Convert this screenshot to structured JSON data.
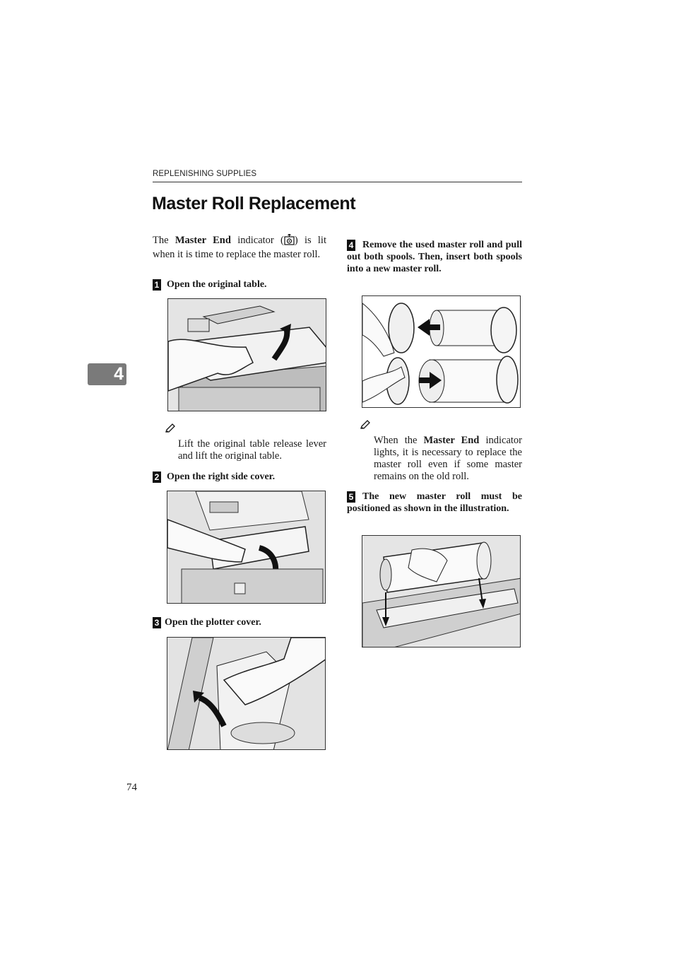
{
  "header": {
    "section": "REPLENISHING SUPPLIES"
  },
  "title": "Master Roll Replacement",
  "chapter_tab": "4",
  "intro": {
    "part1": "The ",
    "kw": "Master End",
    "part2": " indicator (",
    "part3": ") is lit when it is time to replace the master roll."
  },
  "steps": [
    {
      "num": "1",
      "text": "Open the original table."
    },
    {
      "num": "2",
      "text": "Open the right side cover."
    },
    {
      "num": "3",
      "text": "Open the plotter cover."
    },
    {
      "num": "4",
      "text": "Remove the used master roll and pull out both spools. Then, insert both spools into a new master roll."
    },
    {
      "num": "5",
      "text": "The new master roll must be positioned as shown in the illustration."
    }
  ],
  "notes": {
    "step1": "Lift the original table release lever and lift the original table.",
    "step4": {
      "part1": "When the ",
      "kw": "Master End",
      "part2": " indicator lights, it is necessary to replace the master roll even if some master remains on the old roll."
    }
  },
  "icons": {
    "note": "pencil-note-icon",
    "indicator": "master-end-indicator-icon"
  },
  "page_number": "74"
}
